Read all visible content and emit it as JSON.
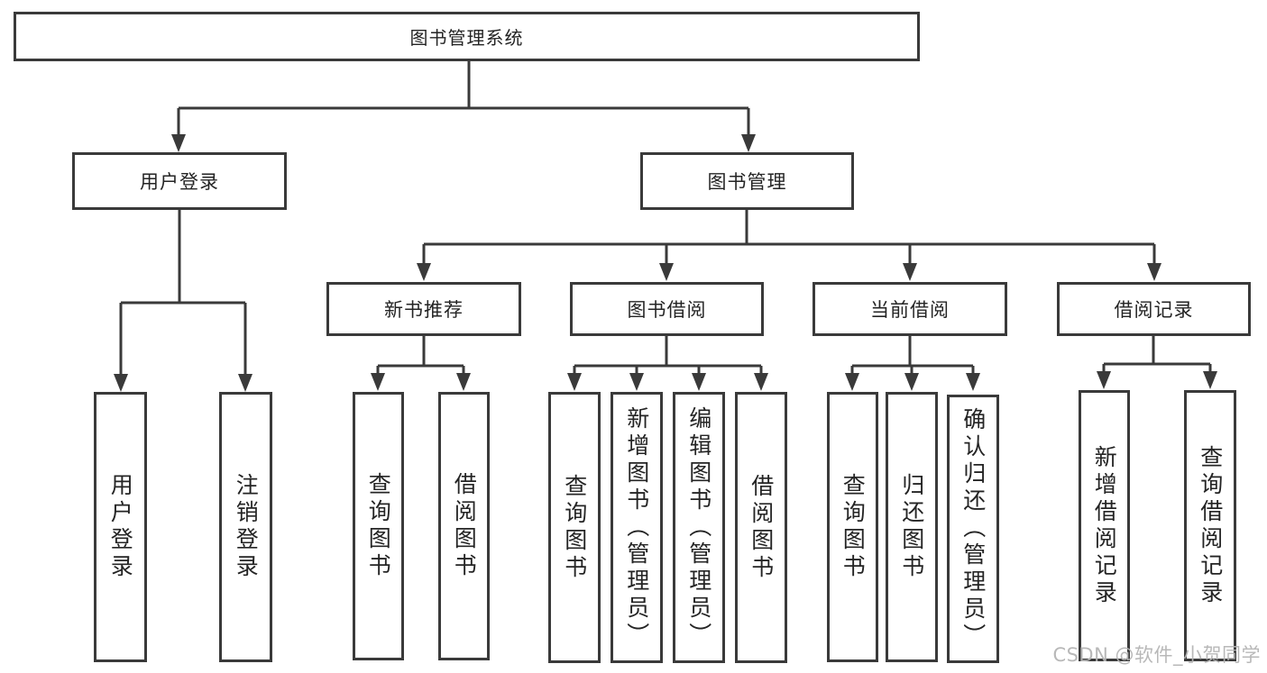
{
  "diagram": {
    "root": {
      "label": "图书管理系统"
    },
    "branches": [
      {
        "label": "用户登录",
        "leaves": [
          {
            "label": "用户登录"
          },
          {
            "label": "注销登录"
          }
        ]
      },
      {
        "label": "图书管理",
        "groups": [
          {
            "label": "新书推荐",
            "leaves": [
              {
                "label": "查询图书"
              },
              {
                "label": "借阅图书"
              }
            ]
          },
          {
            "label": "图书借阅",
            "leaves": [
              {
                "label": "查询图书"
              },
              {
                "label": "新增图书（管理员）"
              },
              {
                "label": "编辑图书（管理员）"
              },
              {
                "label": "借阅图书"
              }
            ]
          },
          {
            "label": "当前借阅",
            "leaves": [
              {
                "label": "查询图书"
              },
              {
                "label": "归还图书"
              },
              {
                "label": "确认归还（管理员）"
              }
            ]
          },
          {
            "label": "借阅记录",
            "leaves": [
              {
                "label": "新增借阅记录"
              },
              {
                "label": "查询借阅记录"
              }
            ]
          }
        ]
      }
    ]
  },
  "watermark": {
    "text": "CSDN @软件_小贺同学"
  },
  "colors": {
    "line": "#3a3a3a",
    "box_border": "#3a3a3a",
    "text": "#242424",
    "watermark": "#b5b5b5"
  }
}
